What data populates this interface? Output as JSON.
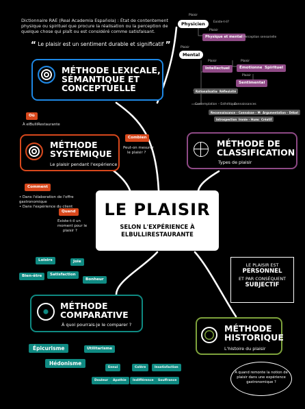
{
  "definition": "Dictionnaire RAE (Real Academia Española) : État de contentement physique ou spirituel que procure la réalisation ou la perception de quelque chose qui plaît ou est considéré comme satisfaisant.",
  "quote": "Le plaisir est un sentiment durable et significatif",
  "center": {
    "title": "LE PLAISIR",
    "subtitle_line1": "SELON L'EXPÉRIENCE À",
    "subtitle_line2": "ELBULLIRESTAURANTE"
  },
  "methods": {
    "lexicale": {
      "title_line1": "MÉTHODE LEXICALE,",
      "title_line2": "SÉMANTIQUE ET",
      "title_line3": "CONCEPTUELLE",
      "color": "#1e88e5"
    },
    "systemique": {
      "title_line1": "MÉTHODE",
      "title_line2": "SYSTÉMIQUE",
      "subtitle": "Le plaisir pendant l'expérience",
      "color": "#d8481c"
    },
    "classification": {
      "title_line1": "MÉTHODE DE",
      "title_line2": "CLASSIFICATION",
      "subtitle": "Types de plaisir",
      "color": "#8f4a86"
    },
    "comparative": {
      "title_line1": "MÉTHODE",
      "title_line2": "COMPARATIVE",
      "subtitle": "À quoi pourrais-je le comparer ?",
      "color": "#0f8a82"
    },
    "historique": {
      "title_line1": "MÉTHODE",
      "title_line2": "HISTORIQUE",
      "subtitle": "L'histoire du plaisir",
      "color": "#7ea33c"
    }
  },
  "systemic_tags": {
    "ou": {
      "label": "Où",
      "note": "À elBulliRestaurante"
    },
    "combien": {
      "label": "Combien",
      "note_line1": "Peut-on mesurer",
      "note_line2": "le plaisir ?"
    },
    "comment": {
      "label": "Comment",
      "bullets": [
        "Dans l'élaboration de l'offre gastronomique",
        "Dans l'expérience du client"
      ]
    },
    "quand": {
      "label": "Quand",
      "note_line1": "Existe-t-il un",
      "note_line2": "moment pour le",
      "note_line3": "plaisir ?"
    }
  },
  "synonyms": [
    "Loisirs",
    "Joie",
    "Bien-être",
    "Satisfaction",
    "Bonheur"
  ],
  "comparative_terms": {
    "big": [
      "Épicurisme",
      "Hédonisme",
      "Utilitarisme"
    ],
    "row1": [
      "Ennui",
      "Colère",
      "Insatisfaction"
    ],
    "row2": [
      "Douleur",
      "Apathie",
      "Indifférence",
      "Souffrance"
    ]
  },
  "personal_box": {
    "line1": "LE PLAISIR EST",
    "line2": "PERSONNEL",
    "line3": "ET PAR CONSÉQUENT",
    "line4": "SUBJECTIF"
  },
  "historic_question": {
    "line1": "À quand remonte la notion de",
    "line2": "plaisir dans une expérience",
    "line3": "gastronomique ?"
  },
  "classification_tree": {
    "physicien": "Physicien",
    "mental": "Mental",
    "plaisir_label": "Plaisir",
    "existe": "Existe-t-il?",
    "physique_mental": "Physique et mental",
    "perception": "Perception sensorielle",
    "intellectuel": "Intellectuel",
    "emotionnel": "Émotionnel",
    "spirituel": "Spirituel",
    "sentimental": "Sentimental",
    "rationalisation": "Rationalisation",
    "reflexivite": "Réflexivité",
    "contemplation": "Contemplation – Esthétique",
    "connaissances": "Connaissances",
    "reconnaissance": "Reconnaissance – Connaisse – Mémoire",
    "argumentation": "Argumentation – Débat",
    "introspection": "Introspection",
    "ironie": "Ironie – Humour",
    "creatif": "Créatif"
  }
}
